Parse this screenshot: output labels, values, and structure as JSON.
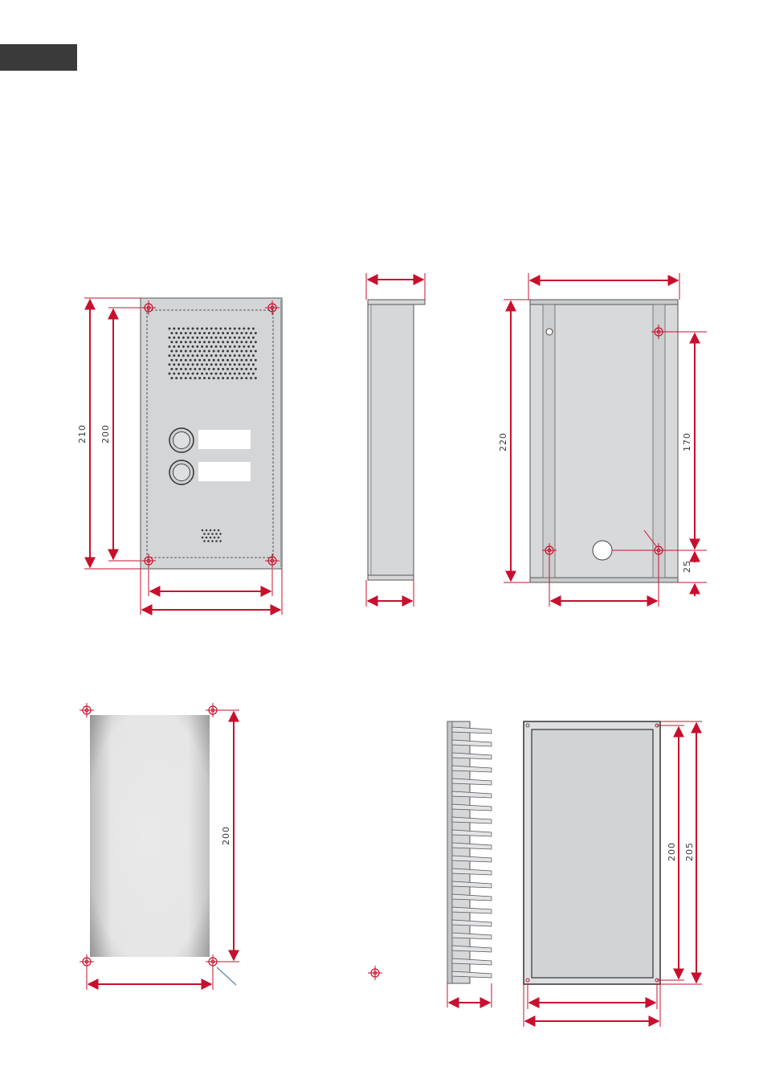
{
  "header": {
    "color": "#3a3a3a"
  },
  "colors": {
    "dimension": "#c8102e",
    "panel": "#d4d5d7",
    "outline": "#555555"
  },
  "front_panel": {
    "dim_outer_height": "210",
    "dim_inner_height": "200",
    "button_count": 2
  },
  "backbox": {
    "dim_height": "220",
    "dim_hole_spacing": "170",
    "dim_bottom_offset": "25"
  },
  "flush_cutout": {
    "dim_height": "200"
  },
  "flush_box": {
    "dim_inner_height": "200",
    "dim_outer_height": "205"
  }
}
